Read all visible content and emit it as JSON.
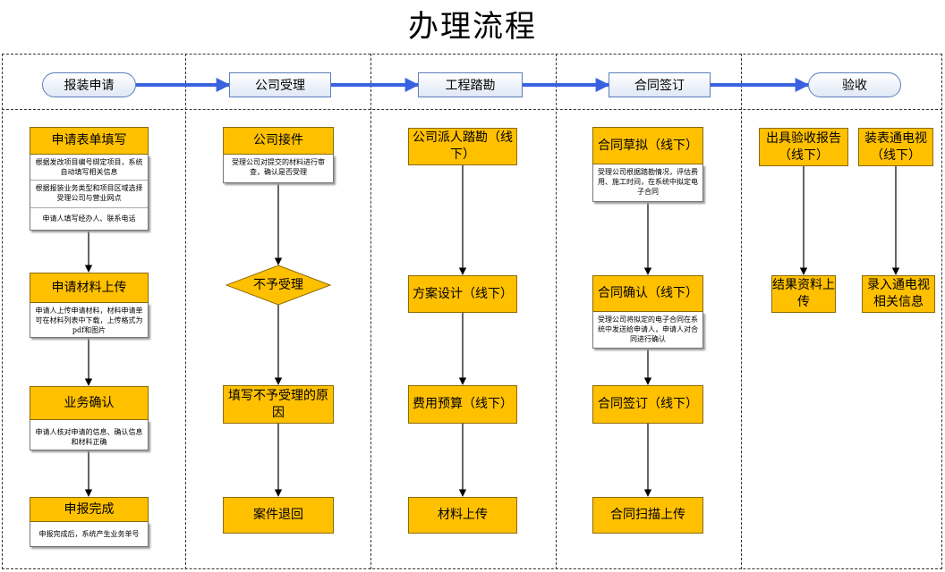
{
  "title": "办理流程",
  "stages": [
    "报装申请",
    "公司受理",
    "工程踏勘",
    "合同签订",
    "验收"
  ],
  "col1": {
    "box1": "申请表单填写",
    "box1_desc": [
      "根据发改项目编号绑定项目，系统自动填写相关信息",
      "根据报装业务类型和项目区域选择受理公司与营业网点",
      "申请人填写经办人、联系电话"
    ],
    "box2": "申请材料上传",
    "box2_desc": "申请人上传申请材料，材料申请单可在材料列表中下载，上传格式为pdf和图片",
    "box3": "业务确认",
    "box3_desc": "申请人核对申请的信息、确认信息和材料正确",
    "box4": "申报完成",
    "box4_desc": "申报完成后，系统产生业务单号"
  },
  "col2": {
    "box1": "公司接件",
    "box1_desc": "受理公司对提交的材料进行审查，确认是否受理",
    "decision": "不予受理",
    "box2": "填写不予受理的原因",
    "box3": "案件退回"
  },
  "col3": {
    "box1": "公司派人踏勘（线下）",
    "box2": "方案设计（线下）",
    "box3": "费用预算（线下）",
    "box4": "材料上传"
  },
  "col4": {
    "box1": "合同草拟（线下）",
    "box1_desc": "受理公司根据踏勘情况，评估费用、施工时间，在系统中拟定电子合同",
    "box2": "合同确认（线下）",
    "box2_desc": "受理公司将拟定的电子合同在系统中发送给申请人，申请人对合同进行确认",
    "box3": "合同签订（线下）",
    "box4": "合同扫描上传"
  },
  "col5": {
    "box1": "出具验收报告（线下）",
    "box2": "结果资料上传",
    "box3": "装表通电视（线下）",
    "box4": "录入通电视相关信息"
  },
  "colors": {
    "box": "#ffc000",
    "arrow": "#3a62e0",
    "stage_border": "#5b7fb8"
  }
}
